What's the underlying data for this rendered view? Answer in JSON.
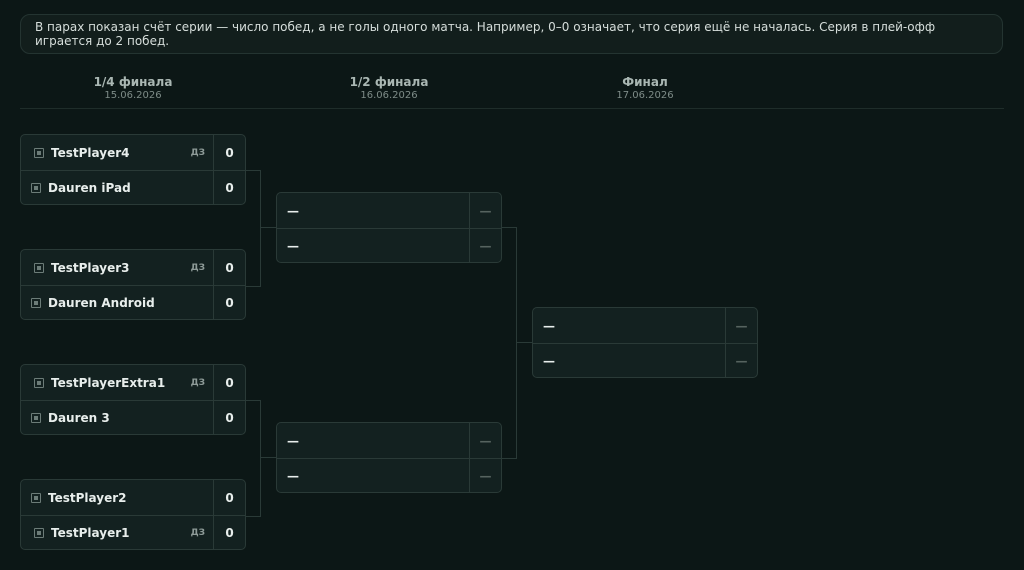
{
  "info_text": "В парах показан счёт серии — число побед, а не голы одного матча. Например, 0–0 означает, что серия ещё не началась. Серия в плей-офф играется до 2 побед.",
  "rounds": [
    {
      "name": "1/4 финала",
      "date": "15.06.2026"
    },
    {
      "name": "1/2 финала",
      "date": "16.06.2026"
    },
    {
      "name": "Финал",
      "date": "17.06.2026"
    }
  ],
  "quarterfinals": [
    {
      "top": {
        "name": "TestPlayer4",
        "tag": "ДЗ",
        "score": "0"
      },
      "bottom": {
        "name": "Dauren iPad",
        "tag": "",
        "score": "0"
      }
    },
    {
      "top": {
        "name": "TestPlayer3",
        "tag": "ДЗ",
        "score": "0"
      },
      "bottom": {
        "name": "Dauren Android",
        "tag": "",
        "score": "0"
      }
    },
    {
      "top": {
        "name": "TestPlayerExtra1",
        "tag": "ДЗ",
        "score": "0"
      },
      "bottom": {
        "name": "Dauren 3",
        "tag": "",
        "score": "0"
      }
    },
    {
      "top": {
        "name": "TestPlayer2",
        "tag": "",
        "score": "0"
      },
      "bottom": {
        "name": "TestPlayer1",
        "tag": "ДЗ",
        "score": "0"
      }
    }
  ],
  "semifinals": [
    {
      "top": {
        "name": "—",
        "score": "—"
      },
      "bottom": {
        "name": "—",
        "score": "—"
      }
    },
    {
      "top": {
        "name": "—",
        "score": "—"
      },
      "bottom": {
        "name": "—",
        "score": "—"
      }
    }
  ],
  "final": {
    "top": {
      "name": "—",
      "score": "—"
    },
    "bottom": {
      "name": "—",
      "score": "—"
    }
  }
}
